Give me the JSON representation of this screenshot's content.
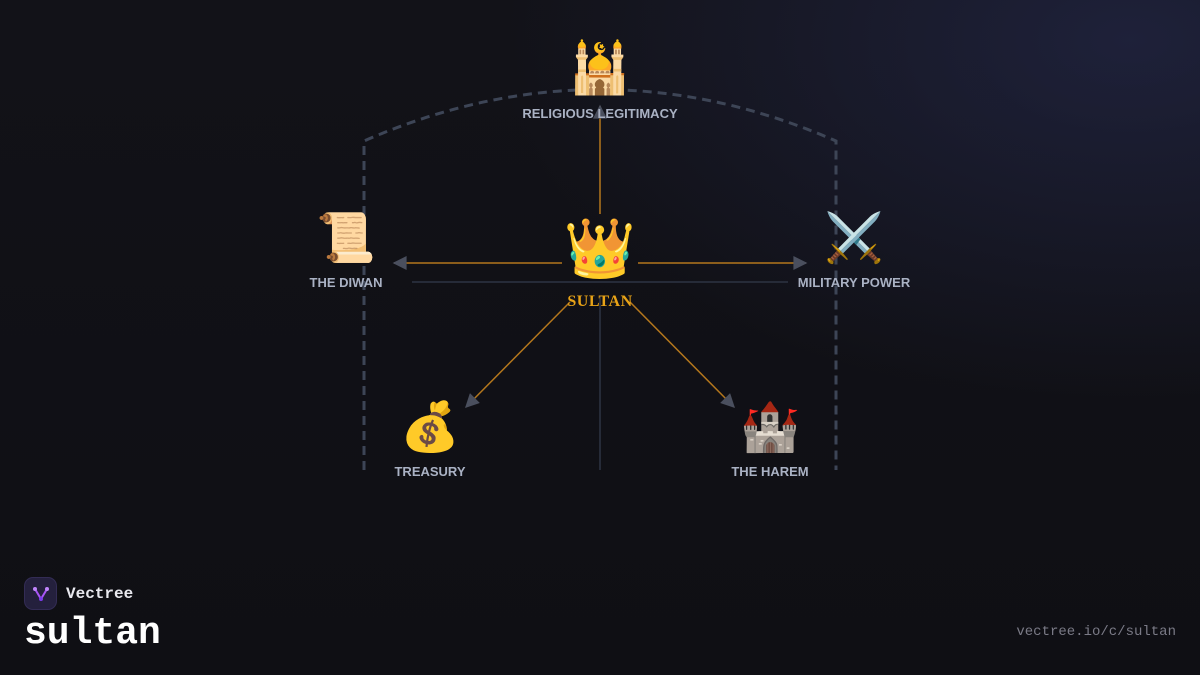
{
  "colors": {
    "background": "#111116",
    "accent_gold": "#e8a317",
    "arrow_line": "#b4771d",
    "arrow_head": "#3b3f4d",
    "frame_dash": "#3d4556",
    "label_text": "#aab2c4"
  },
  "diagram": {
    "center": {
      "icon": "👑",
      "icon_name": "crown-icon",
      "label": "SULTAN"
    },
    "nodes": [
      {
        "id": "religious",
        "icon": "🕌",
        "icon_name": "mosque-icon",
        "label": "RELIGIOUS LEGITIMACY"
      },
      {
        "id": "diwan",
        "icon": "📜",
        "icon_name": "scroll-icon",
        "label": "THE DIWAN"
      },
      {
        "id": "military",
        "icon": "⚔️",
        "icon_name": "crossed-swords-icon",
        "label": "MILITARY POWER"
      },
      {
        "id": "treasury",
        "icon": "💰",
        "icon_name": "money-bag-icon",
        "label": "TREASURY"
      },
      {
        "id": "harem",
        "icon": "🏰",
        "icon_name": "castle-icon",
        "label": "THE HAREM"
      }
    ]
  },
  "footer": {
    "brand": "Vectree",
    "title": "sultan",
    "url": "vectree.io/c/sultan"
  }
}
